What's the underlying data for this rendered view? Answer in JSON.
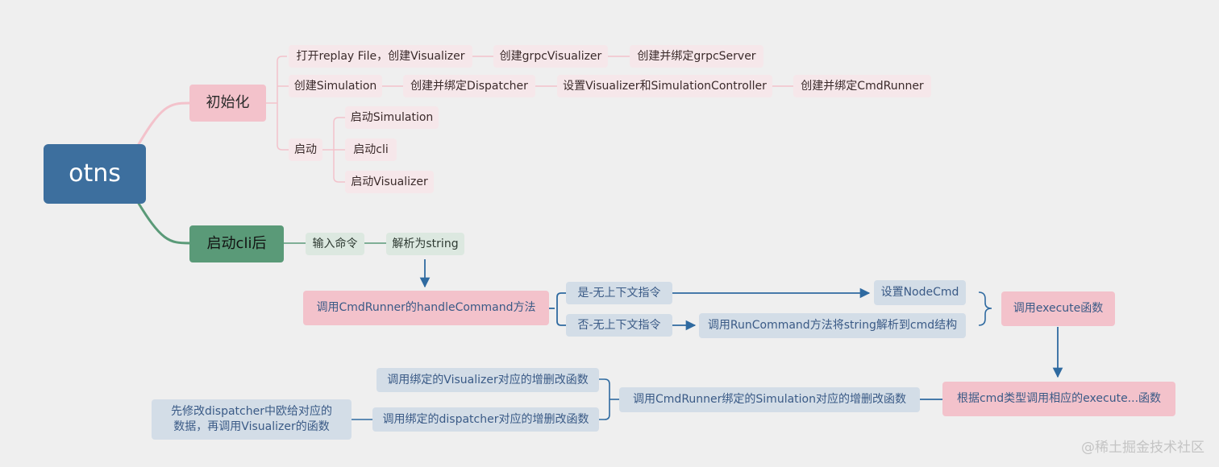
{
  "root": "otns",
  "init": {
    "label": "初始化",
    "row1": [
      "打开replay File，创建Visualizer",
      "创建grpcVisualizer",
      "创建并绑定grpcServer"
    ],
    "row2": [
      "创建Simulation",
      "创建并绑定Dispatcher",
      "设置Visualizer和SimulationController",
      "创建并绑定CmdRunner"
    ],
    "start": {
      "label": "启动",
      "items": [
        "启动Simulation",
        "启动cli",
        "启动Visualizer"
      ]
    }
  },
  "cli": {
    "label": "启动cli后",
    "steps": [
      "输入命令",
      "解析为string"
    ]
  },
  "flow": {
    "handle": "调用CmdRunner的handleCommand方法",
    "yes": "是-无上下文指令",
    "no": "否-无上下文指令",
    "set_node_cmd": "设置NodeCmd",
    "run_command": "调用RunCommand方法将string解析到cmd结构",
    "execute": "调用execute函数",
    "by_type": "根据cmd类型调用相应的execute...函数",
    "runner_bound": "调用CmdRunner绑定的Simulation对应的增删改函数",
    "visualizer_bound": "调用绑定的Visualizer对应的增删改函数",
    "dispatcher_bound": "调用绑定的dispatcher对应的增删改函数",
    "modify_note": "先修改dispatcher中欧给对应的数据，再调用Visualizer的函数"
  },
  "watermark": "@稀土掘金技术社区",
  "colors": {
    "root": "#3d6f9e",
    "init_branch": "#f3c2cb",
    "cli_branch": "#5a9a78",
    "flow_text": "#3a5a86",
    "arrow": "#2f6aa0"
  }
}
